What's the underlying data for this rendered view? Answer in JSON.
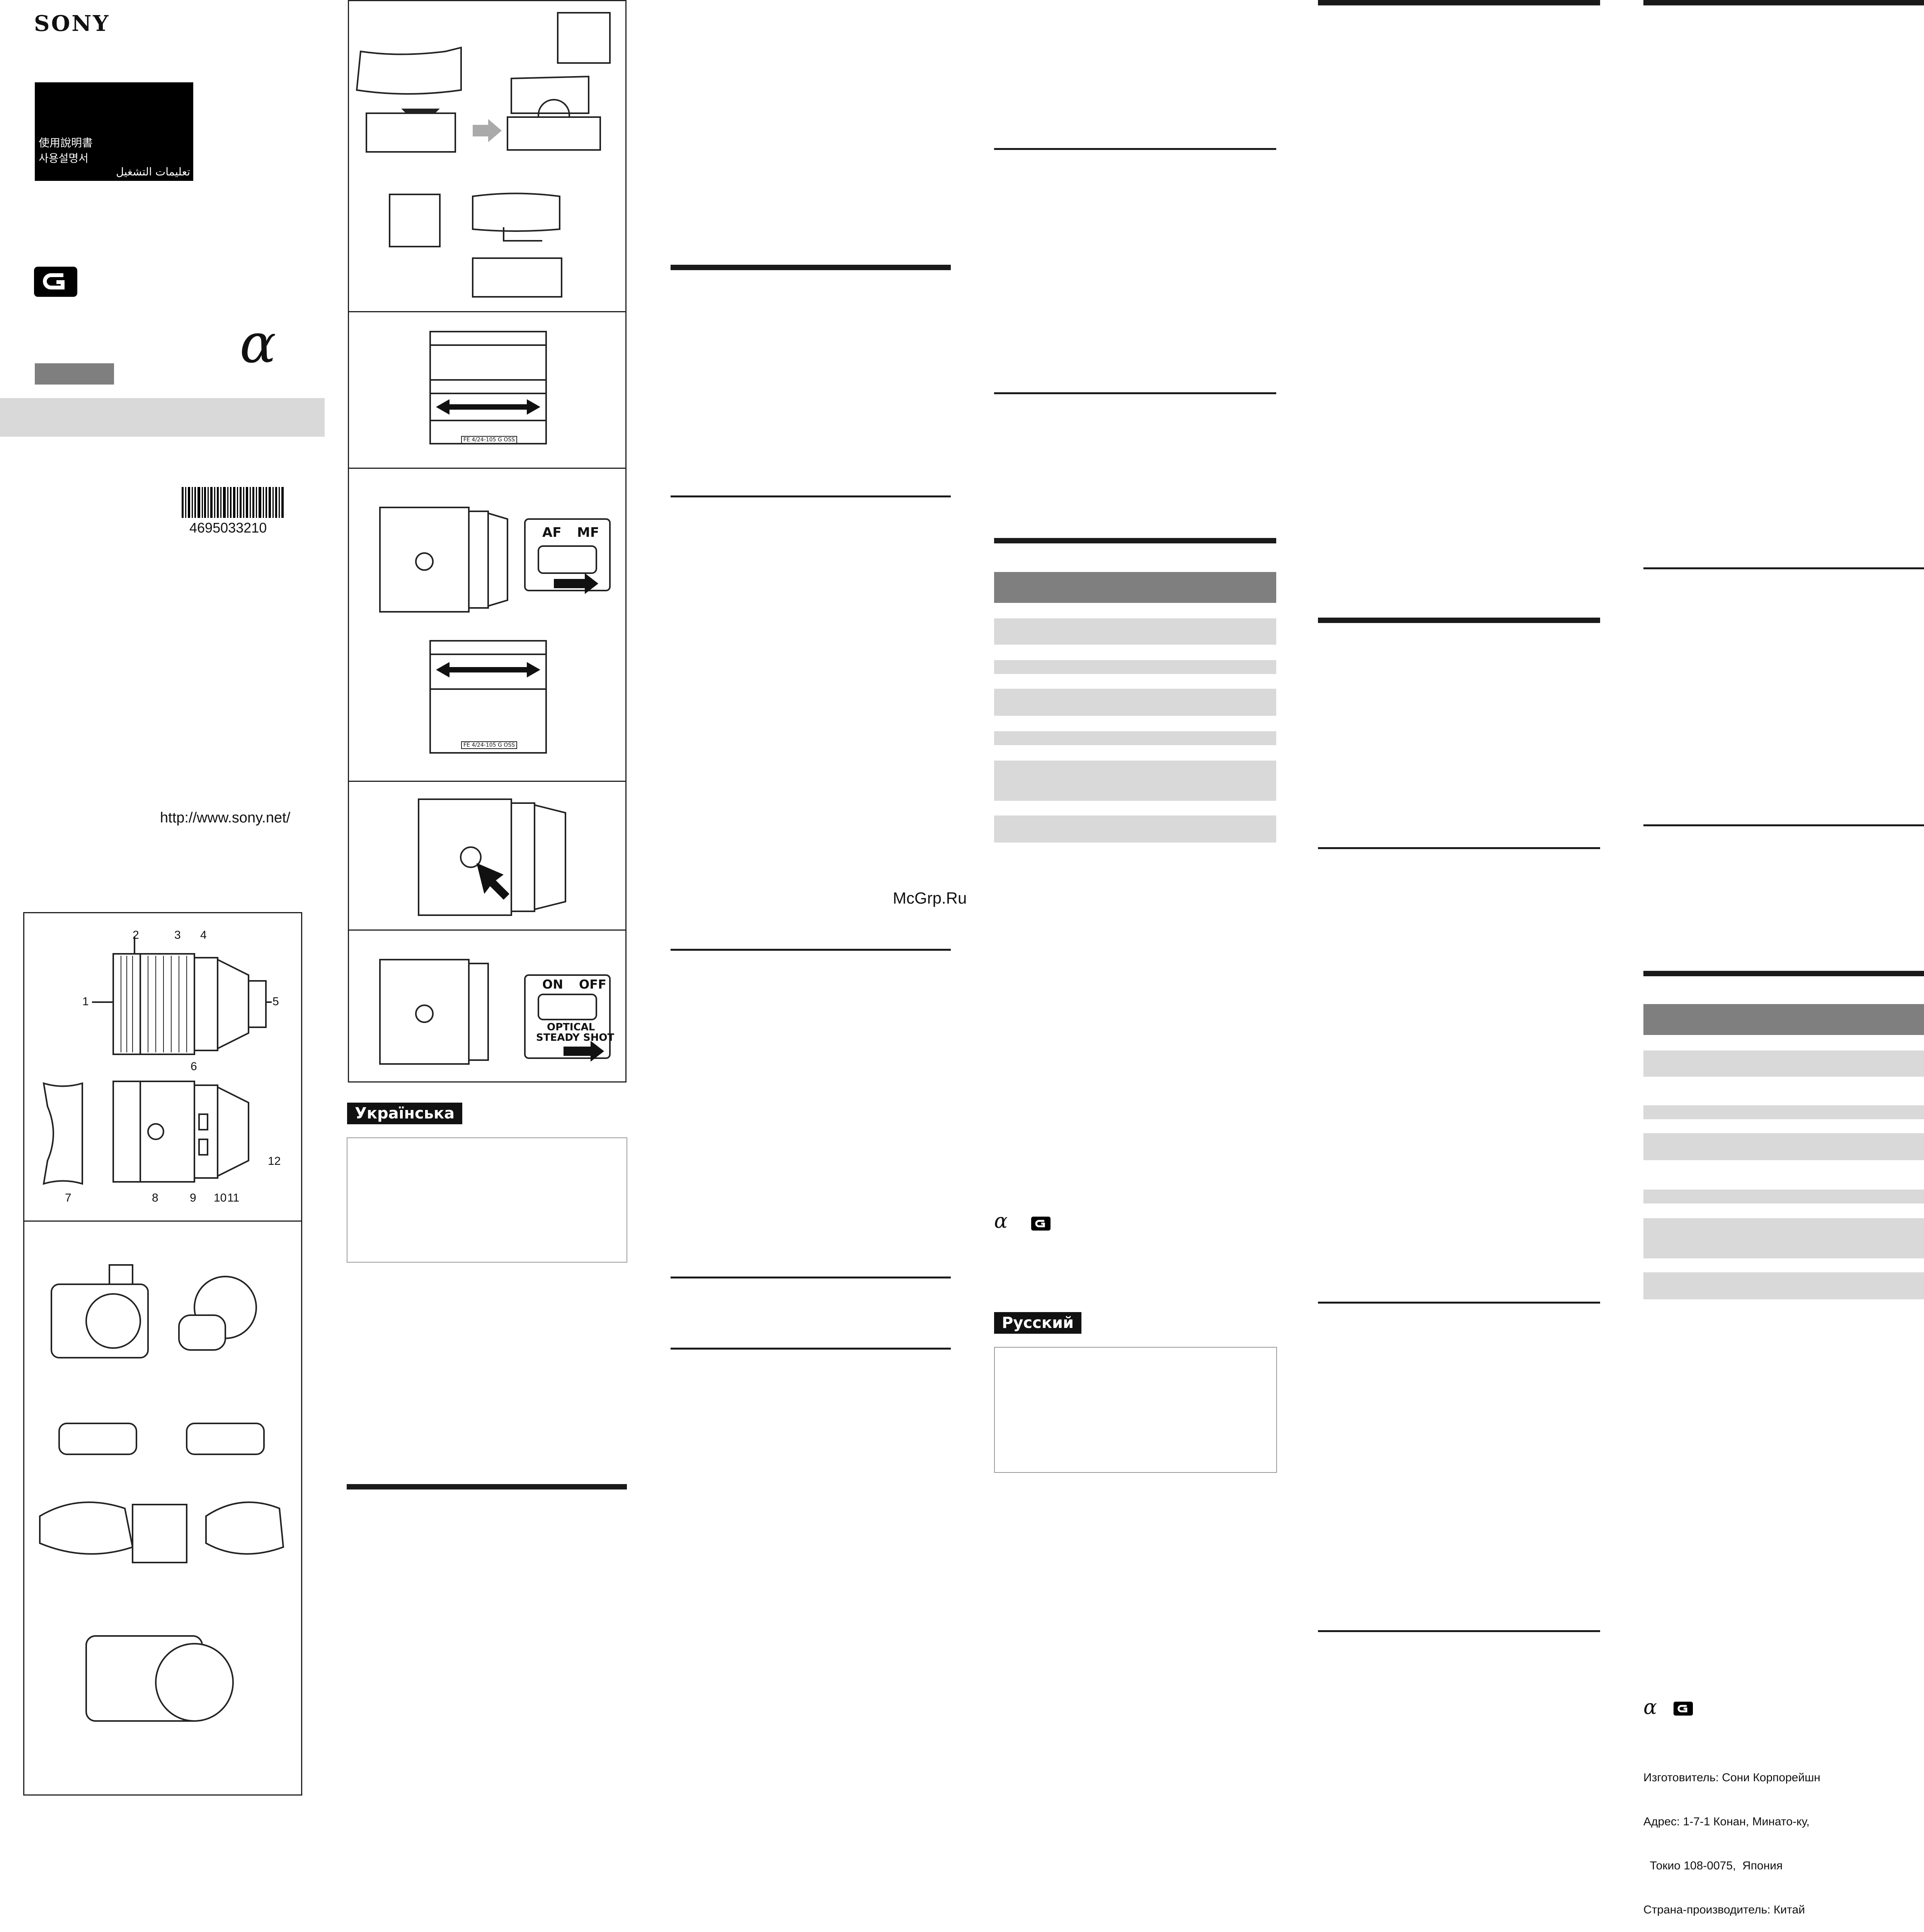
{
  "brand": "SONY",
  "cover": {
    "manual_titles": [
      "使用說明書",
      "사용설명서",
      "تعليمات التشغيل"
    ],
    "barcode_number": "4695033210",
    "website": "http://www.sony.net/",
    "alpha_symbol": "α",
    "g_badge": "G"
  },
  "parts_callouts": [
    "1",
    "2",
    "3",
    "4",
    "5",
    "6",
    "7",
    "8",
    "9",
    "10",
    "11",
    "12"
  ],
  "lens_marking": "FE 4/24-105 G OSS",
  "switch_focus": {
    "af": "AF",
    "mf": "MF"
  },
  "switch_oss": {
    "on": "ON",
    "off": "OFF",
    "label_line1": "OPTICAL",
    "label_line2": "STEADY SHOT"
  },
  "languages": {
    "ukrainian": "Українська",
    "russian": "Русский"
  },
  "watermark": "McGrp.Ru",
  "manufacturer_block": [
    "Изготовитель: Сони Корпорейшн",
    "Адрес: 1-7-1 Конан, Минато-ку,",
    "  Токио 108-0075,  Япония",
    "Страна-производитель: Китай"
  ],
  "colors": {
    "dark_bar": "#7f7f7f",
    "light_bar": "#d9d9d9",
    "cover_panel": "#000000"
  },
  "icons": [
    "alpha-icon",
    "g-badge-icon",
    "barcode-icon"
  ]
}
